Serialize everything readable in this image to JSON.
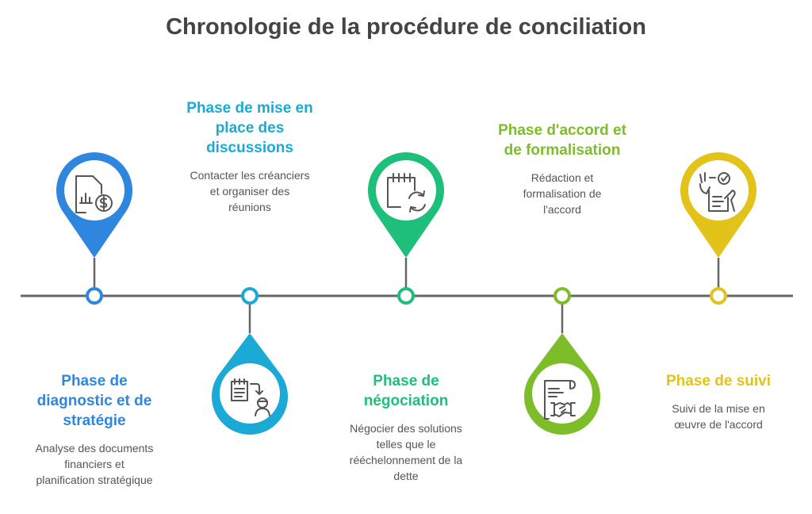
{
  "title": "Chronologie de la procédure de conciliation",
  "timeline": {
    "line_color": "#666666",
    "phases": [
      {
        "title": "Phase de diagnostic et de stratégie",
        "title_lines": [
          "Phase de",
          "diagnostic et de",
          "stratégie"
        ],
        "description": "Analyse des documents financiers et planification stratégique",
        "description_lines": [
          "Analyse des documents",
          "financiers et",
          "planification stratégique"
        ],
        "color": "#2E86DE",
        "icon": "financial-document-dollar-icon",
        "pin_position": "above",
        "text_position": "below"
      },
      {
        "title": "Phase de mise en place des discussions",
        "title_lines": [
          "Phase de mise en",
          "place des",
          "discussions"
        ],
        "description": "Contacter les créanciers et organiser des réunions",
        "description_lines": [
          "Contacter les créanciers",
          "et organiser des",
          "réunions"
        ],
        "color": "#1BA9D6",
        "icon": "notepad-arrow-person-icon",
        "pin_position": "below",
        "text_position": "above"
      },
      {
        "title": "Phase de négociation",
        "title_lines": [
          "Phase de",
          "négociation"
        ],
        "description": "Négocier des solutions telles que le rééchelonnement de la dette",
        "description_lines": [
          "Négocier des solutions",
          "telles que le",
          "rééchelonnement de la",
          "dette"
        ],
        "color": "#1DBF7A",
        "icon": "calendar-refresh-icon",
        "pin_position": "above",
        "text_position": "below"
      },
      {
        "title": "Phase d'accord et de formalisation",
        "title_lines": [
          "Phase d'accord et",
          "de formalisation"
        ],
        "description": "Rédaction et formalisation de l'accord",
        "description_lines": [
          "Rédaction et",
          "formalisation de",
          "l'accord"
        ],
        "color": "#7DBD2A",
        "icon": "contract-handshake-icon",
        "pin_position": "below",
        "text_position": "above"
      },
      {
        "title": "Phase de suivi",
        "title_lines": [
          "Phase de suivi"
        ],
        "description": "Suivi de la mise en œuvre de l'accord",
        "description_lines": [
          "Suivi de la mise en",
          "œuvre de l'accord"
        ],
        "color": "#E3C21A",
        "icon": "checklist-hands-icon",
        "pin_position": "above",
        "text_position": "below"
      }
    ]
  }
}
